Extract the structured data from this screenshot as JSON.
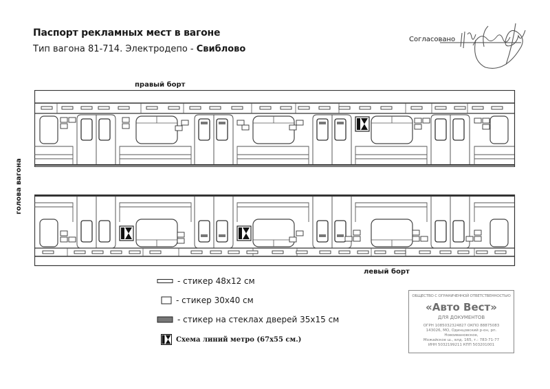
{
  "header": {
    "title": "Паспорт рекламных мест в вагоне",
    "subtitle_prefix": "Тип вагона  81-714.   Электродепо  - ",
    "depot": "Свиблово",
    "approved_label": "Согласовано"
  },
  "diagram": {
    "right_side_label": "правый борт",
    "left_side_label": "левый борт",
    "head_label": "голова вагона"
  },
  "legend": {
    "items": [
      {
        "symbol": "sticker-48x12",
        "label": "- стикер 48х12 см"
      },
      {
        "symbol": "sticker-30x40",
        "label": "- стикер 30х40 см"
      },
      {
        "symbol": "door-glass-sticker",
        "label": "- стикер на стеклах дверей 35х15 см"
      },
      {
        "symbol": "metro-map",
        "label": "Схема линий метро (67х55 см.)"
      }
    ]
  },
  "stamp": {
    "line1": "ОБЩЕСТВО С ОГРАНИЧЕННОЙ ОТВЕТСТВЕННОСТЬЮ",
    "company": "«Авто Вест»",
    "line3": "ДЛЯ ДОКУМЕНТОВ",
    "line4": "ОГРН 1085032324827 ОКПО 88875083",
    "line5": "143026, МО, Одинцовский р-он, рп. Новоивановское,",
    "line6": "Можайское ш., влд. 165, т.: 783-71-77",
    "line7": "ИНН 5032199211 КПП 503201001"
  },
  "colors": {
    "line": "#333333",
    "sticker_fill": "#777777",
    "stamp": "#777777"
  }
}
